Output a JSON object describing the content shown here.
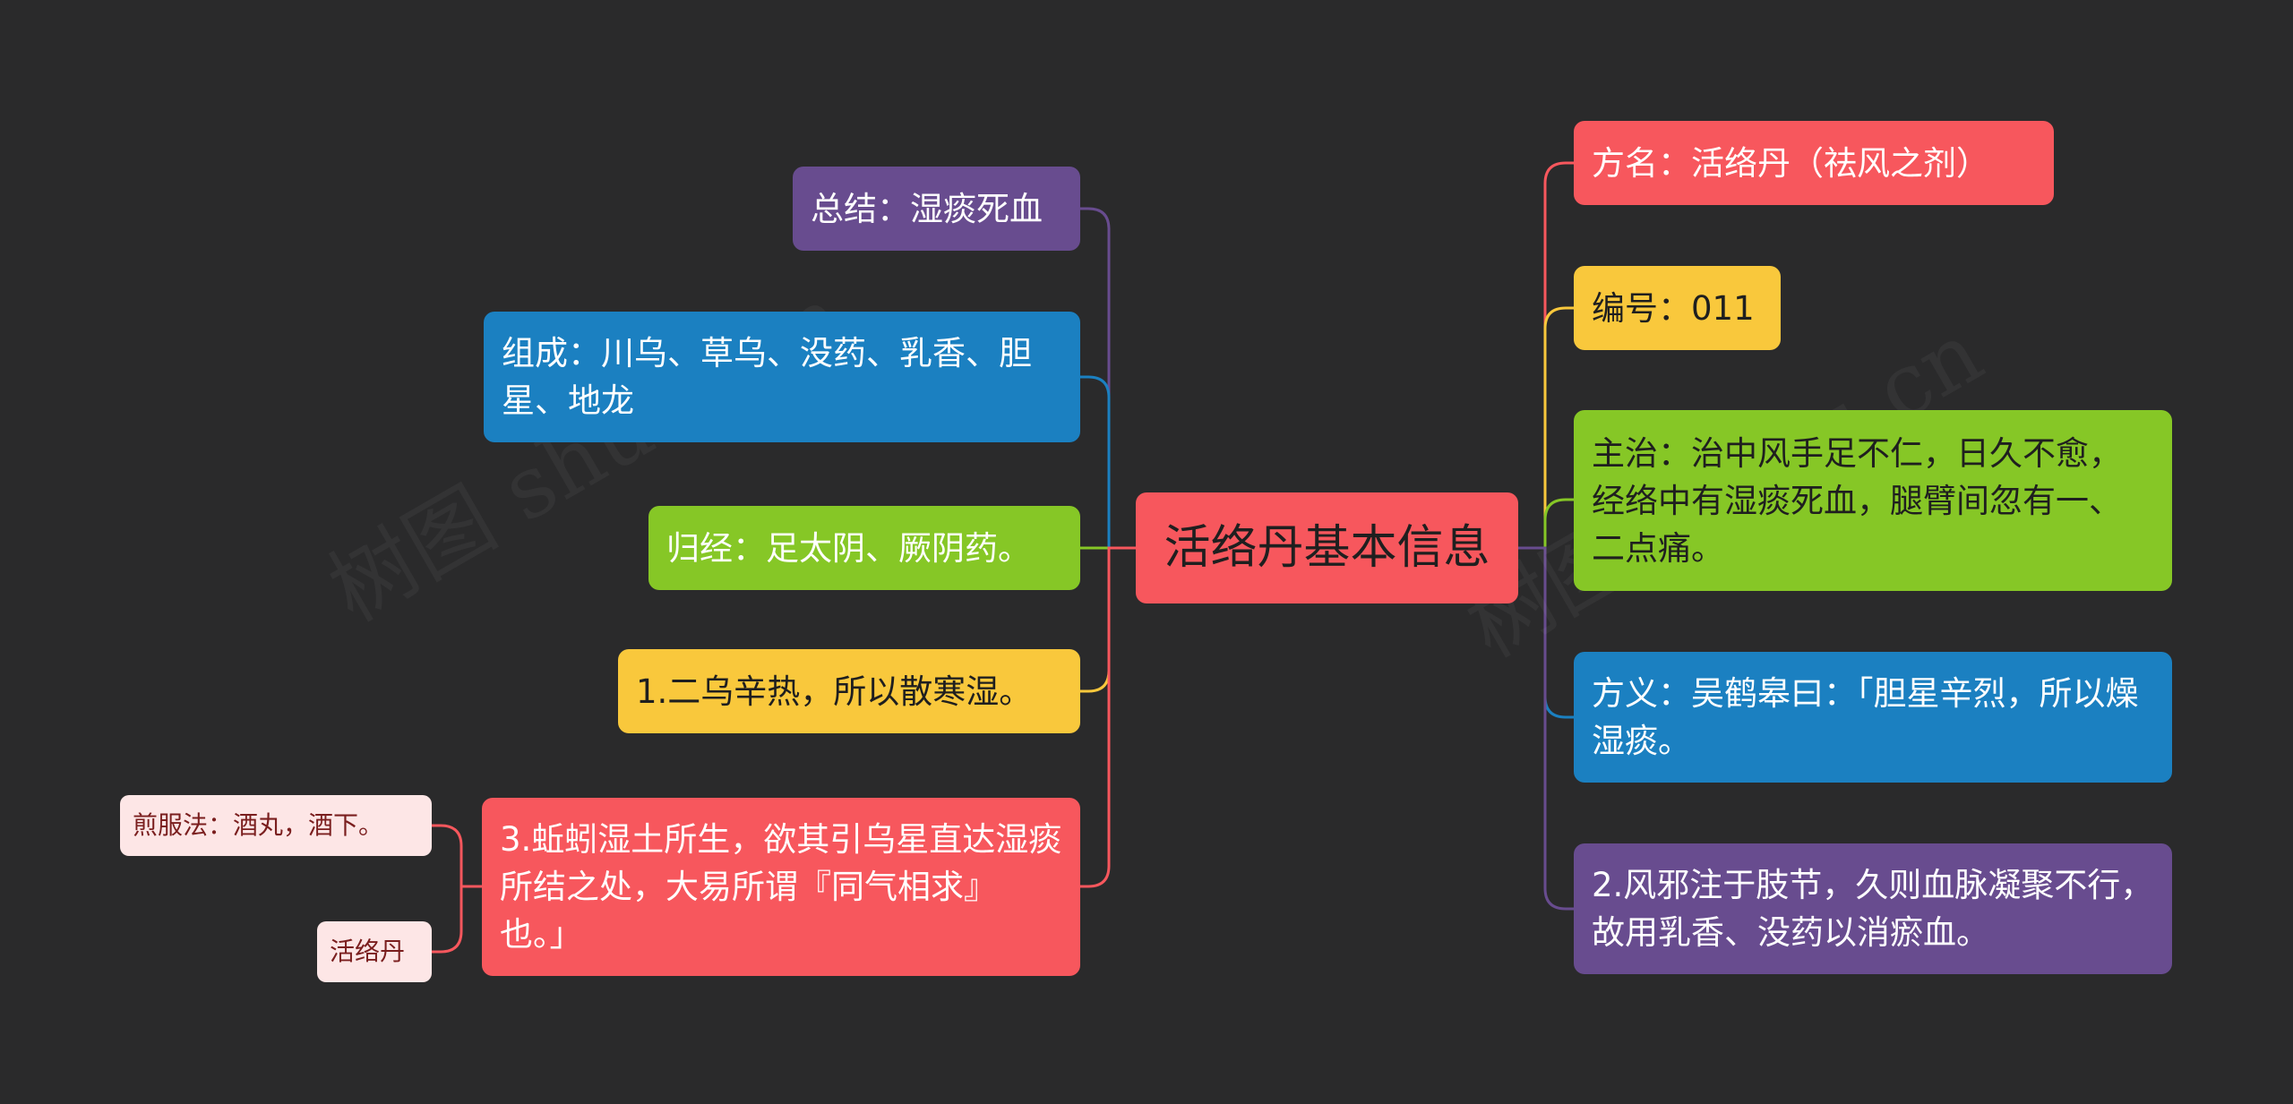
{
  "root": {
    "label": "活络丹基本信息",
    "color": "#f7575d"
  },
  "left_nodes": [
    {
      "key": "summary",
      "label": "总结：湿痰死血",
      "color": "#684c8f"
    },
    {
      "key": "composition",
      "label": "组成：川乌、草乌、没药、乳香、胆星、地龙",
      "color": "#1b80c1"
    },
    {
      "key": "meridian",
      "label": "归经：足太阴、厥阴药。",
      "color": "#86c726"
    },
    {
      "key": "note1",
      "label": "1.二乌辛热，所以散寒湿。",
      "color": "#f9c83c"
    },
    {
      "key": "note3",
      "label": "3.蚯蚓湿土所生，欲其引乌星直达湿痰所结之处，大易所谓『同气相求』也。」",
      "color": "#f7575d"
    }
  ],
  "note3_children": [
    {
      "key": "decoction",
      "label": "煎服法：酒丸，酒下。",
      "color": "#fde6e6"
    },
    {
      "key": "name_tag",
      "label": "活络丹",
      "color": "#fde6e6"
    }
  ],
  "right_nodes": [
    {
      "key": "formula_name",
      "label": "方名：活络丹（祛风之剂）",
      "color": "#f7575d"
    },
    {
      "key": "number",
      "label": "编号：011",
      "color": "#f9c83c"
    },
    {
      "key": "indication",
      "label": "主治：治中风手足不仁，日久不愈，经络中有湿痰死血，腿臂间忽有一、二点痛。",
      "color": "#86c726"
    },
    {
      "key": "explanation",
      "label": "方义：吴鹤皋曰：「胆星辛烈，所以燥湿痰。",
      "color": "#1b80c1"
    },
    {
      "key": "note2",
      "label": "2.风邪注于肢节，久则血脉凝聚不行，故用乳香、没药以消瘀血。",
      "color": "#684c8f"
    }
  ]
}
